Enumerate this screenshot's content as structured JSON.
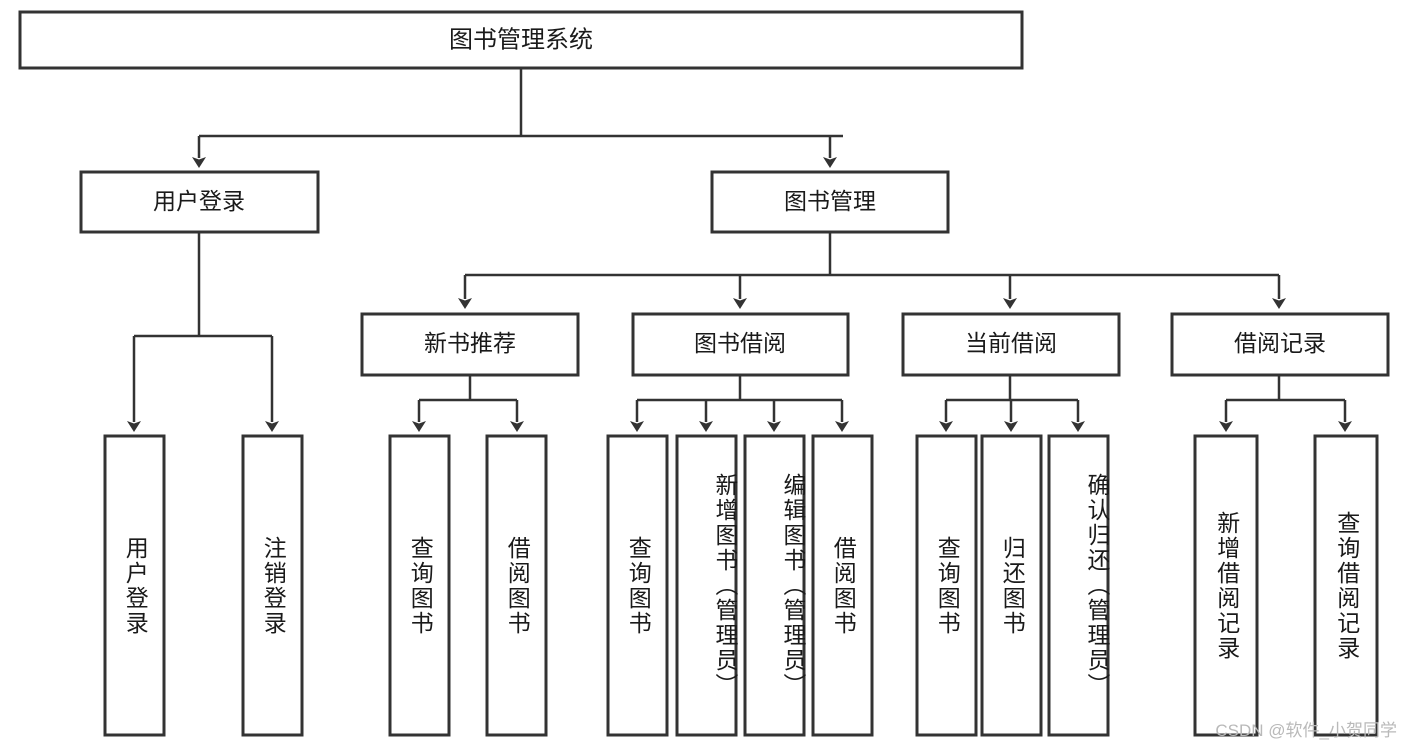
{
  "diagram": {
    "type": "hierarchy-tree",
    "title_node": {
      "id": "root",
      "label": "图书管理系统"
    },
    "level2": [
      {
        "id": "user-login",
        "label": "用户登录"
      },
      {
        "id": "book-manage",
        "label": "图书管理"
      }
    ],
    "level3": [
      {
        "id": "new-book-rec",
        "label": "新书推荐",
        "parent": "book-manage"
      },
      {
        "id": "book-borrow",
        "label": "图书借阅",
        "parent": "book-manage"
      },
      {
        "id": "current-borrow",
        "label": "当前借阅",
        "parent": "book-manage"
      },
      {
        "id": "borrow-record",
        "label": "借阅记录",
        "parent": "book-manage"
      }
    ],
    "leaves": [
      {
        "id": "leaf-user-login",
        "label": "用户登录",
        "parent": "user-login"
      },
      {
        "id": "leaf-logout",
        "label": "注销登录",
        "parent": "user-login"
      },
      {
        "id": "leaf-query-book-1",
        "label": "查询图书",
        "parent": "new-book-rec"
      },
      {
        "id": "leaf-borrow-book-1",
        "label": "借阅图书",
        "parent": "new-book-rec"
      },
      {
        "id": "leaf-query-book-2",
        "label": "查询图书",
        "parent": "book-borrow"
      },
      {
        "id": "leaf-add-book",
        "label": "新增图书（管理员）",
        "parent": "book-borrow"
      },
      {
        "id": "leaf-edit-book",
        "label": "编辑图书（管理员）",
        "parent": "book-borrow"
      },
      {
        "id": "leaf-borrow-book-2",
        "label": "借阅图书",
        "parent": "book-borrow"
      },
      {
        "id": "leaf-query-book-3",
        "label": "查询图书",
        "parent": "current-borrow"
      },
      {
        "id": "leaf-return-book",
        "label": "归还图书",
        "parent": "current-borrow"
      },
      {
        "id": "leaf-confirm-return",
        "label": "确认归还（管理员）",
        "parent": "current-borrow"
      },
      {
        "id": "leaf-add-record",
        "label": "新增借阅记录",
        "parent": "borrow-record"
      },
      {
        "id": "leaf-query-record",
        "label": "查询借阅记录",
        "parent": "borrow-record"
      }
    ],
    "watermark": "CSDN @软件_小贺同学",
    "colors": {
      "stroke": "#333333",
      "fill": "#ffffff",
      "text": "#1a1a1a",
      "watermark": "#b9b9b9"
    }
  }
}
